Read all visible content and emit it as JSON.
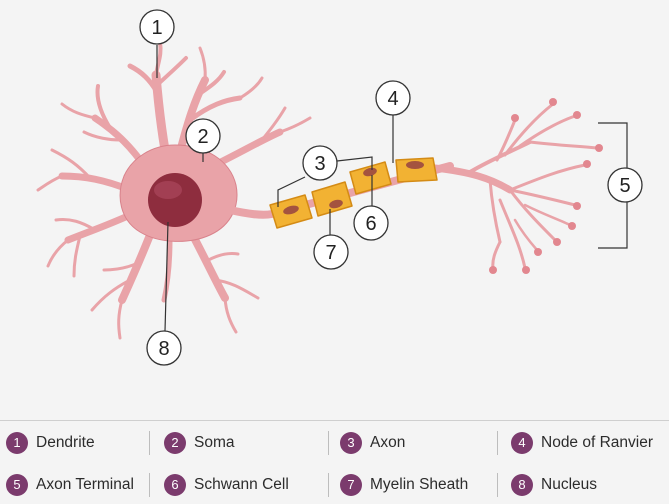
{
  "colors": {
    "background": "#f4f4f4",
    "cell_body": "#e9a3a8",
    "cell_outline": "#d9828b",
    "nucleus": "#8e2d3e",
    "myelin": "#f2b233",
    "myelin_outline": "#d48b15",
    "schwann_nucleus": "#a4533f",
    "badge": "#7b3b6d",
    "leader_line": "#333333"
  },
  "callouts": [
    "1",
    "2",
    "3",
    "4",
    "5",
    "6",
    "7",
    "8"
  ],
  "legend": [
    {
      "num": "1",
      "label": "Dendrite"
    },
    {
      "num": "2",
      "label": "Soma"
    },
    {
      "num": "3",
      "label": "Axon"
    },
    {
      "num": "4",
      "label": "Node of Ranvier"
    },
    {
      "num": "5",
      "label": "Axon Terminal"
    },
    {
      "num": "6",
      "label": "Schwann Cell"
    },
    {
      "num": "7",
      "label": "Myelin Sheath"
    },
    {
      "num": "8",
      "label": "Nucleus"
    }
  ]
}
